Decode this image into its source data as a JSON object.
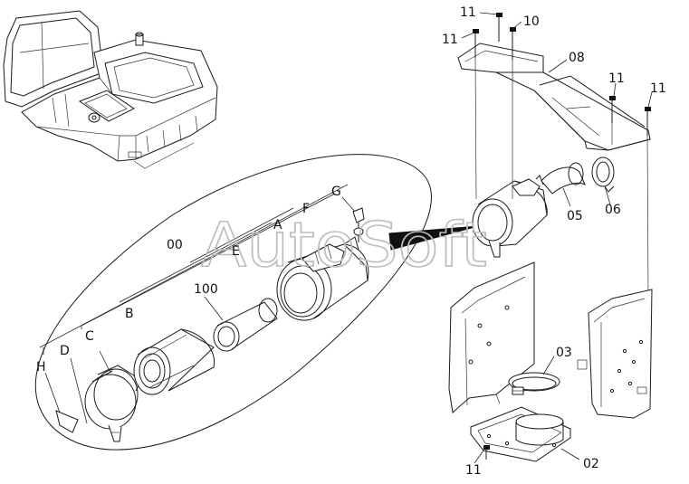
{
  "callouts": {
    "c11a": "11",
    "c11b": "11",
    "c10": "10",
    "c08": "08",
    "c11c": "11",
    "c11d": "11",
    "c05": "05",
    "c06": "06",
    "c03": "03",
    "c02": "02",
    "c11e": "11",
    "cG": "G",
    "cF": "F",
    "cA": "A",
    "c00": "00",
    "cE": "E",
    "c100": "100",
    "cB": "B",
    "cC": "C",
    "cD": "D",
    "cH": "H"
  },
  "watermark": "AutoSoft"
}
